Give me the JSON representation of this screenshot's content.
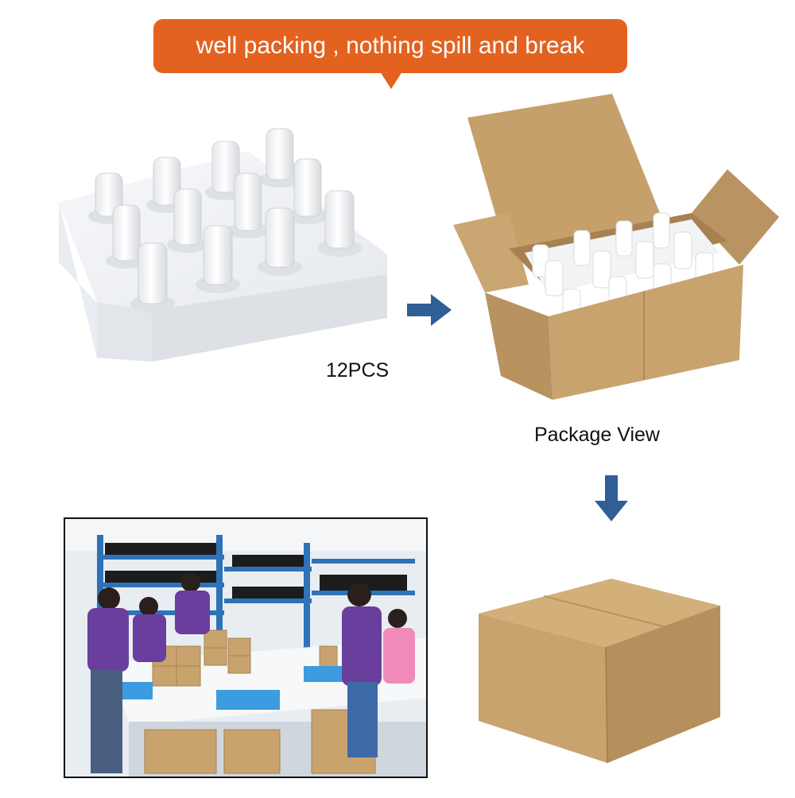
{
  "banner": {
    "text": "well packing , nothing spill and break"
  },
  "labels": {
    "quantity": "12PCS",
    "package_view": "Package View"
  },
  "colors": {
    "banner": "#e3621f",
    "arrow": "#2f5f96",
    "cardboard": "#c9a36e",
    "foam": "#f3f4f6",
    "shirt": "#6a3e9c"
  },
  "icons": {
    "right": "arrow-right-icon",
    "down": "arrow-down-icon"
  }
}
